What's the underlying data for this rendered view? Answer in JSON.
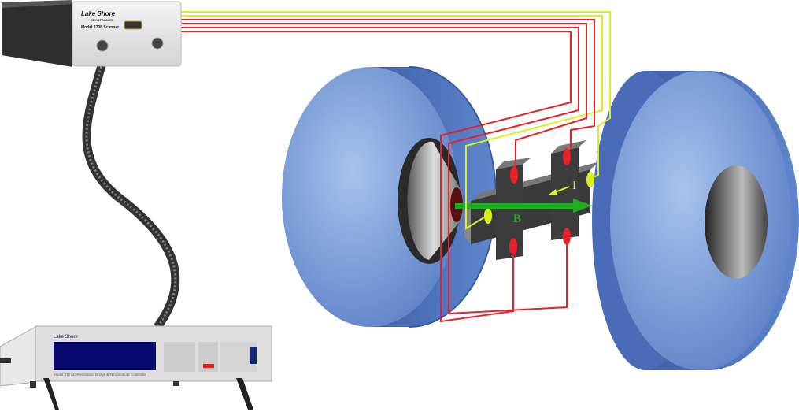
{
  "scanner": {
    "brand": "Lake Shore",
    "brand_sub": "CRYOTRONICS",
    "model_label": "Model 3708 Scanner"
  },
  "controller": {
    "brand": "Lake Shore",
    "model_label": "Model 372 AC Resistance Bridge & Temperature Controller"
  },
  "sample": {
    "current_label": "I",
    "field_label": "B"
  },
  "colors": {
    "magnet": "#6a8fd0",
    "current_wire": "#e8202a",
    "voltage_wire": "#d8f020",
    "field_arrow": "#1fae1f",
    "sample": "#3a3a3a"
  }
}
